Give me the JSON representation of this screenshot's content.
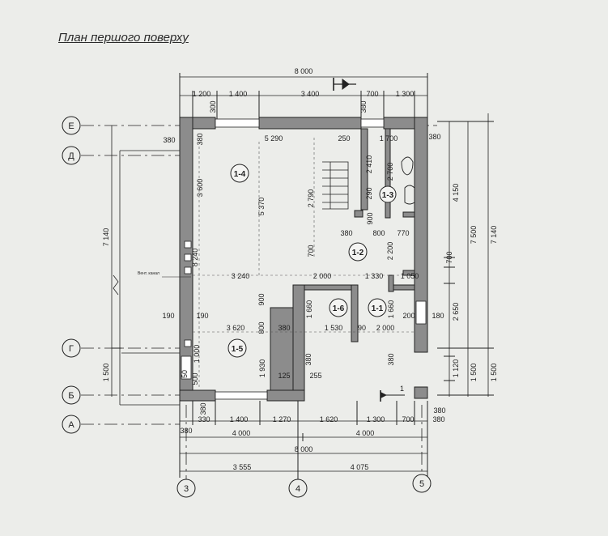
{
  "title": "План першого поверху",
  "axes": {
    "e": "Е",
    "d": "Д",
    "g": "Г",
    "b": "Б",
    "a": "А",
    "three": "3",
    "four": "4",
    "five": "5"
  },
  "rooms": {
    "r14": "1-4",
    "r13": "1-3",
    "r12": "1-2",
    "r16": "1-6",
    "r11": "1-1",
    "r15": "1-5"
  },
  "section_mark": "1",
  "note": "Вент. канал",
  "dims": {
    "top_total": "8 000",
    "top": [
      "1 200",
      "1 400",
      "3 400",
      "700",
      "1 300"
    ],
    "top_small": [
      "300",
      "380"
    ],
    "bottom_chain": [
      "380",
      "330",
      "1 400",
      "1 270",
      "1 620",
      "1 300",
      "700",
      "380"
    ],
    "bottom_half": [
      "4 000",
      "4 000"
    ],
    "bottom_total": "8 000",
    "bottom_axes": [
      "3 555",
      "4 075"
    ],
    "left": [
      "7 140",
      "1 500"
    ],
    "right_outer": [
      "7 140",
      "1 500"
    ],
    "right_mid": [
      "7 500",
      "1 500"
    ],
    "right_inner": [
      "4 150",
      "2 650",
      "1 120"
    ],
    "right_side": [
      "380",
      "700",
      "180",
      "380"
    ],
    "interior": {
      "d5290": "5 290",
      "d250": "250",
      "d1700": "1 700",
      "d2410": "2 410",
      "d2700": "2 700",
      "d3600": "3 600",
      "d5370": "5 370",
      "d8240": "8 240",
      "d2790": "2 790",
      "d290": "290",
      "d900a": "900",
      "d800": "800",
      "d770": "770",
      "d2200": "2 200",
      "d700": "700",
      "d3240": "3 240",
      "d2000a": "2 000",
      "d1330": "1 330",
      "d1050": "1 050",
      "d190a": "190",
      "d190b": "190",
      "d3620": "3 620",
      "d380c": "380",
      "d1530": "1 530",
      "d90": "90",
      "d2000b": "2 000",
      "d200": "200",
      "d900b": "900",
      "d800b": "800",
      "d1660": "1 660",
      "d1660b": "1 660",
      "d1000": "1 000",
      "d1930": "1 930",
      "d500": "500",
      "d50": "50",
      "d125": "125",
      "d255": "255",
      "d380w": "380",
      "d380e": "380",
      "d380t": "380",
      "d380r": "380",
      "d380s": "380",
      "d380u": "380"
    }
  }
}
